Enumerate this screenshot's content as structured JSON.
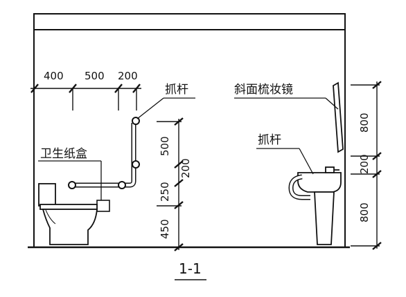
{
  "drawing": {
    "title": "1-1",
    "labels": {
      "grab_bar_top": "抓杆",
      "tissue_box": "卫生纸盒",
      "tilted_mirror": "斜面梳妆镜",
      "grab_bar_basin": "抓杆"
    },
    "dims_horizontal": [
      "400",
      "500",
      "200"
    ],
    "dims_vertical_left": [
      "500",
      "250",
      "450"
    ],
    "dim_vertical_left_overall": "200",
    "dims_vertical_right": [
      "800",
      "200",
      "800"
    ]
  },
  "colors": {
    "line": "#111111",
    "background": "#ffffff"
  }
}
